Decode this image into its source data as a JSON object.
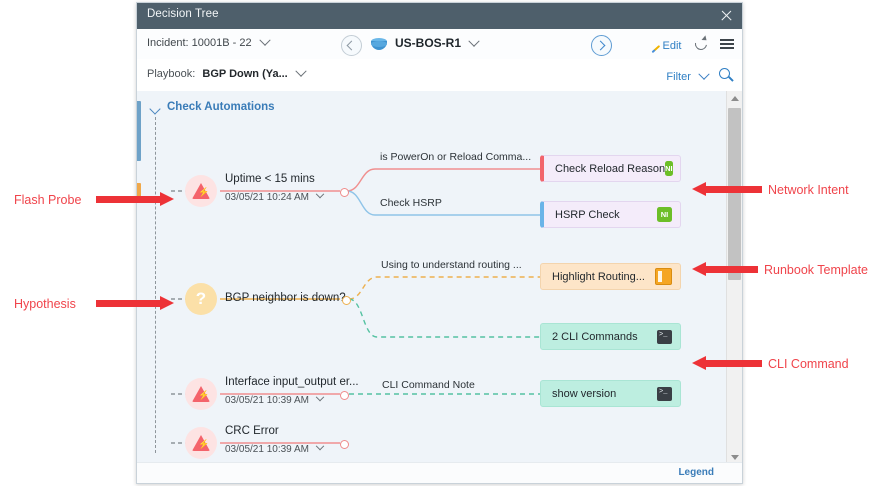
{
  "window": {
    "title": "Decision Tree",
    "close_icon": "close-icon"
  },
  "toolbar": {
    "incident_label": "Incident: 10001B - 22",
    "device_name": "US-BOS-R1",
    "edit_label": "Edit",
    "refresh_icon": "refresh-icon",
    "menu_icon": "hamburger-menu-icon",
    "prev_icon": "chevron-left-icon",
    "next_icon": "chevron-right-icon",
    "router_icon": "router-icon"
  },
  "filterbar": {
    "playbook_key": "Playbook:",
    "playbook_value": "BGP Down (Ya...",
    "filter_label": "Filter",
    "search_icon": "search-icon"
  },
  "canvas": {
    "section_title": "Check Automations",
    "nodes": [
      {
        "id": "uptime",
        "type": "flash-probe",
        "title": "Uptime < 15 mins",
        "timestamp": "03/05/21 10:24 AM",
        "icon": "flash-probe-icon"
      },
      {
        "id": "bgp",
        "type": "hypothesis",
        "title": "BGP neighbor is down?",
        "timestamp": "",
        "icon": "question-mark-icon"
      },
      {
        "id": "iface",
        "type": "flash-probe",
        "title": "Interface input_output er...",
        "timestamp": "03/05/21 10:39 AM",
        "icon": "flash-probe-icon"
      },
      {
        "id": "crc",
        "type": "flash-probe",
        "title": "CRC Error",
        "timestamp": "03/05/21 10:39 AM",
        "icon": "flash-probe-icon"
      }
    ],
    "edge_labels": [
      "is PowerOn or Reload Comma...",
      "Check HSRP",
      "Using to understand routing ...",
      "CLI Command Note"
    ],
    "result_boxes": [
      {
        "label": "Check Reload Reason",
        "tag": "NI",
        "tag_icon": "network-intent-badge"
      },
      {
        "label": "HSRP Check",
        "tag": "NI",
        "tag_icon": "network-intent-badge"
      },
      {
        "label": "Highlight Routing...",
        "tag": "",
        "tag_icon": "runbook-book-icon"
      },
      {
        "label": "2 CLI Commands",
        "tag": "",
        "tag_icon": "terminal-icon"
      },
      {
        "label": "show version",
        "tag": "",
        "tag_icon": "terminal-icon"
      }
    ],
    "legend_label": "Legend"
  },
  "annotations": {
    "left": [
      "Flash Probe",
      "Hypothesis"
    ],
    "right": [
      "Network Intent",
      "Runbook Template",
      "CLI Command"
    ]
  },
  "colors": {
    "titlebar": "#4e5f6b",
    "canvas_bg": "#eff4f9",
    "accent_blue": "#2f7fc4",
    "flash_red": "#f4636b",
    "hypothesis_orange": "#f2ab3c",
    "network_intent_green": "#6dbe28",
    "runbook_orange": "#fde5c8",
    "cli_teal": "#bdeee0",
    "annotation_red": "#ed3237"
  }
}
